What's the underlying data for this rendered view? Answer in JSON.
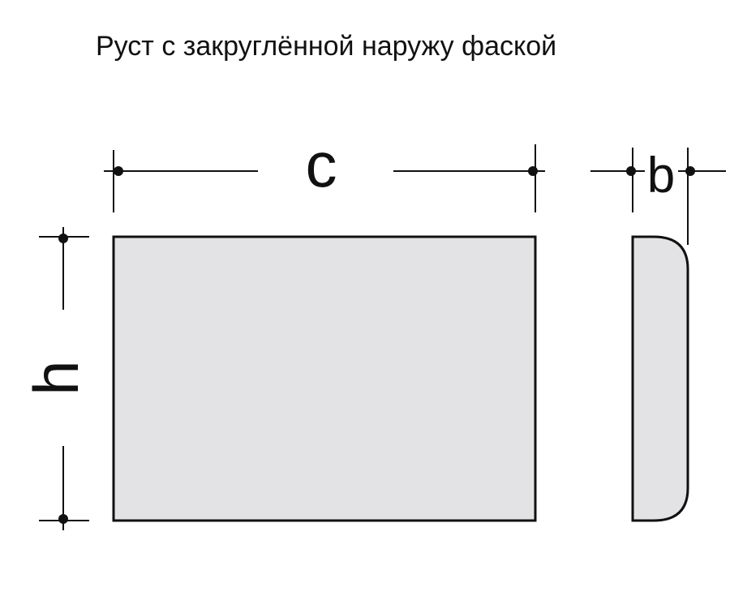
{
  "title": "Руст с закруглённой наружу фаской",
  "dimensions": {
    "width_label": "c",
    "height_label": "h",
    "depth_label": "b"
  },
  "colors": {
    "line": "#111111",
    "fill": "#e3e3e5",
    "background": "#ffffff"
  }
}
